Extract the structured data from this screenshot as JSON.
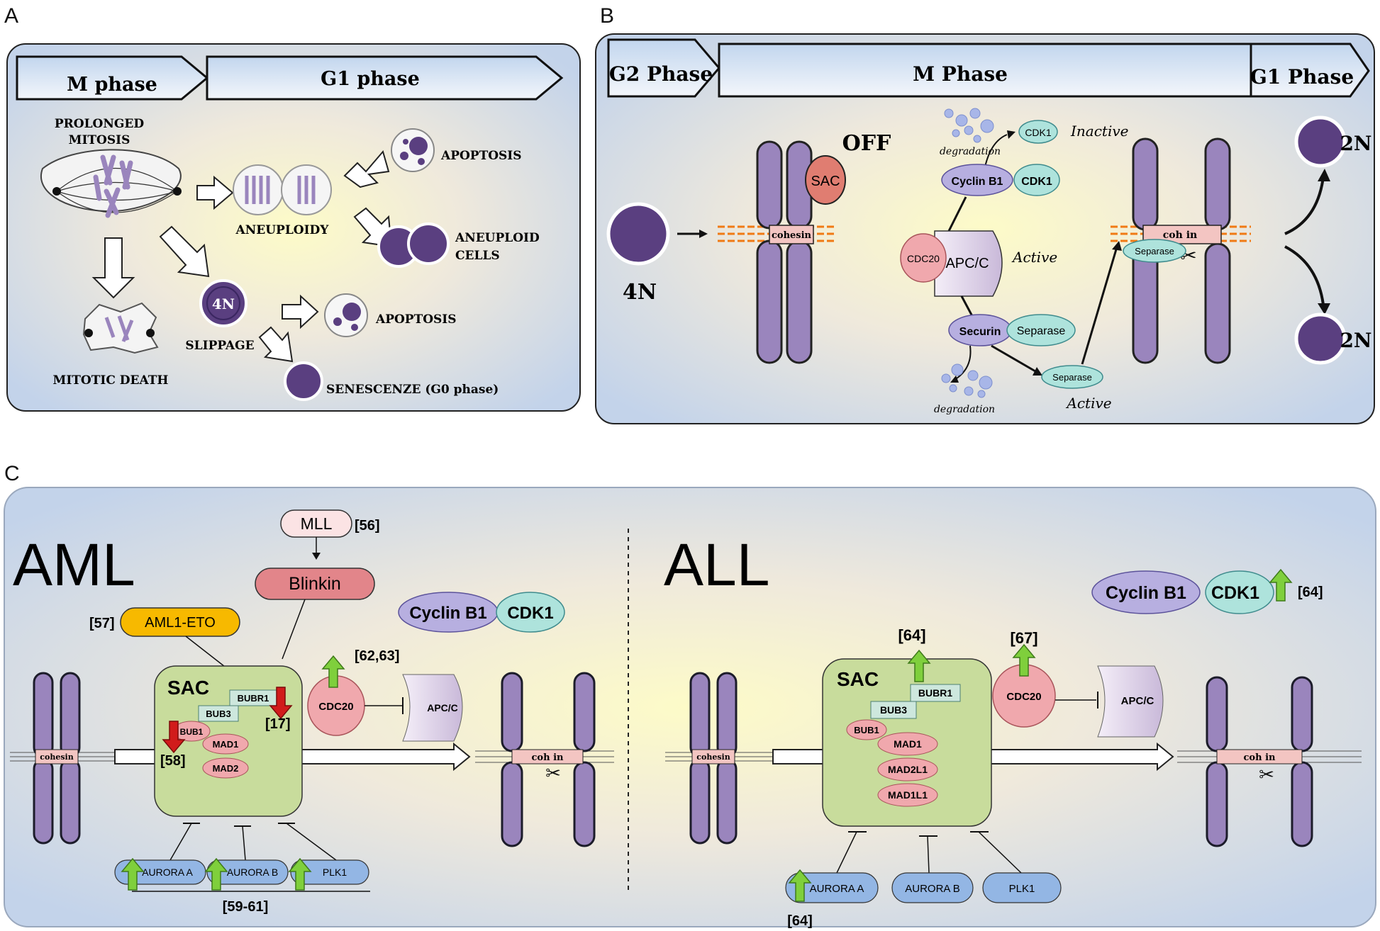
{
  "panels": {
    "a": {
      "letter": "A",
      "phases": [
        "M phase",
        "G1 phase"
      ],
      "prolonged_line1": "PROLONGED",
      "prolonged_line2": "MITOSIS",
      "aneuploidy": "ANEUPLOIDY",
      "apoptosis_top": "APOPTOSIS",
      "aneuploid_line1": "ANEUPLOID",
      "aneuploid_line2": "CELLS",
      "slippage": "SLIPPAGE",
      "four_n": "4N",
      "apoptosis_mid": "APOPTOSIS",
      "senescence": "SENESCENZE (G0 phase)",
      "mitotic_death": "MITOTIC DEATH"
    },
    "b": {
      "letter": "B",
      "phases": [
        "G2 Phase",
        "M Phase",
        "G1 Phase"
      ],
      "four_n": "4N",
      "off": "OFF",
      "sac": "SAC",
      "cohesin": "cohesin",
      "degradation_top": "degradation",
      "cdk1_free": "CDK1",
      "inactive": "Inactive",
      "cyclin_b1": "Cyclin B1",
      "cdk1": "CDK1",
      "cdc20": "CDC20",
      "apcc": "APC/C",
      "active_mid": "Active",
      "securin": "Securin",
      "separase": "Separase",
      "separase_free": "Separase",
      "active_bottom": "Active",
      "degradation_bottom": "degradation",
      "separase_chromo": "Separase",
      "cohesin_cut": "coh   in",
      "two_n_top": "2N",
      "two_n_bottom": "2N"
    },
    "c": {
      "letter": "C",
      "aml": {
        "title": "AML",
        "mll": "MLL",
        "ref_mll": "[56]",
        "blinkin": "Blinkin",
        "aml1eto": "AML1-ETO",
        "ref_aml1eto": "[57]",
        "cyclin_b1": "Cyclin B1",
        "cdk1": "CDK1",
        "ref_cdc20": "[62,63]",
        "sac": "SAC",
        "bubr1": "BUBR1",
        "bub3": "BUB3",
        "bub1": "BUB1",
        "mad1": "MAD1",
        "mad2": "MAD2",
        "ref_bubr1": "[17]",
        "ref_bub1": "[58]",
        "cdc20": "CDC20",
        "apcc": "APC/C",
        "cohesin": "cohesin",
        "cohesin_cut": "coh   in",
        "aurora_a": "AURORA A",
        "aurora_b": "AURORA B",
        "plk1": "PLK1",
        "ref_aurora": "[59-61]"
      },
      "all": {
        "title": "ALL",
        "cyclin_b1": "Cyclin B1",
        "cdk1": "CDK1",
        "ref_cdk1": "[64]",
        "ref_bubr1": "[64]",
        "ref_cdc20": "[67]",
        "sac": "SAC",
        "bubr1": "BUBR1",
        "bub3": "BUB3",
        "bub1": "BUB1",
        "mad1": "MAD1",
        "mad2l1": "MAD2L1",
        "mad1l1": "MAD1L1",
        "cdc20": "CDC20",
        "apcc": "APC/C",
        "cohesin": "cohesin",
        "cohesin_cut": "coh   in",
        "aurora_a": "AURORA A",
        "aurora_b": "AURORA B",
        "plk1": "PLK1",
        "ref_aurora_a": "[64]"
      }
    }
  },
  "colors": {
    "panel_bg": "#c9d8ec",
    "center_glow": "#fbf6c6",
    "chromosome": "#9a85bd",
    "cell_nucleus": "#5a3f80",
    "sac_green": "#c8dc9c",
    "pink": "#f0a8ad",
    "blue_pill": "#93b6e4",
    "teal": "#aee3dc",
    "lavender": "#b7afe0",
    "up_arrow": "#7fcf3c",
    "down_arrow": "#d11b1b",
    "orange": "#f7b900"
  }
}
